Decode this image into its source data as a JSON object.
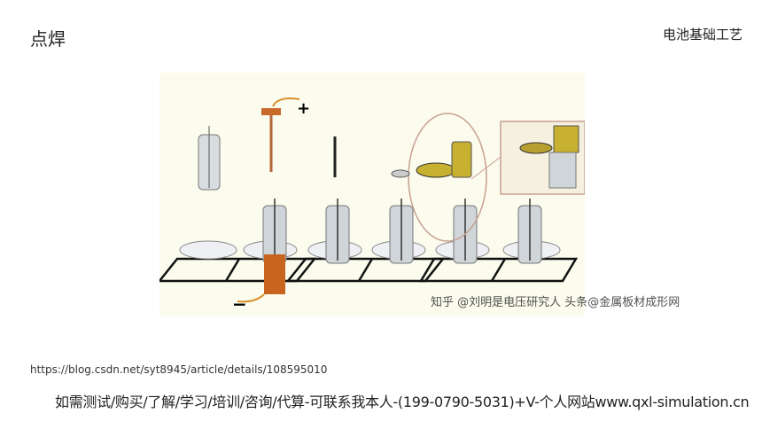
{
  "slide": {
    "title": "点焊",
    "section": "电池基础工艺",
    "figure": {
      "polarity_positive": "+",
      "polarity_negative": "−",
      "watermark": "知乎 @刘明是电压研究人 头条@金属板材成形网"
    },
    "source_url": "https://blog.csdn.net/syt8945/article/details/108595010",
    "contact": "如需测试/购买/了解/学习/培训/咨询/代算-可联系我本人-(199-0790-5031)+V-个人网站www.qxl-simulation.cn"
  }
}
